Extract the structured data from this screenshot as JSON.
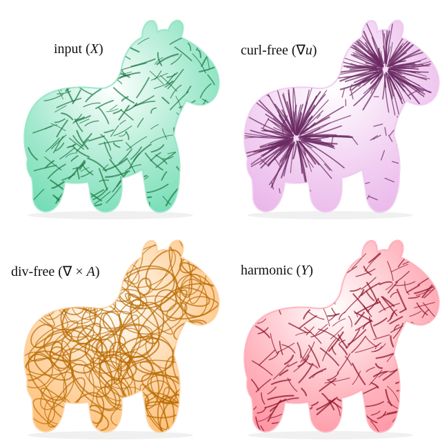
{
  "figure": {
    "panels": [
      {
        "name": "input",
        "prefix": "input (",
        "symbol": "X",
        "suffix": ")",
        "body_color": "#57d6a6",
        "strand_color": "#1f7a45",
        "pattern": "flow"
      },
      {
        "name": "curl-free",
        "prefix": "curl-free (∇",
        "symbol": "u",
        "suffix": ")",
        "body_color": "#e6a8e6",
        "strand_color": "#6b2a63",
        "pattern": "radial"
      },
      {
        "name": "div-free",
        "prefix": "div-free (∇ × ",
        "symbol": "A",
        "suffix": ")",
        "body_color": "#ffb25a",
        "strand_color": "#b86a00",
        "pattern": "loops"
      },
      {
        "name": "harmonic",
        "prefix": "harmonic (",
        "symbol": "Y",
        "suffix": ")",
        "body_color": "#ff7f8f",
        "strand_color": "#8e1228",
        "pattern": "flow"
      }
    ]
  }
}
